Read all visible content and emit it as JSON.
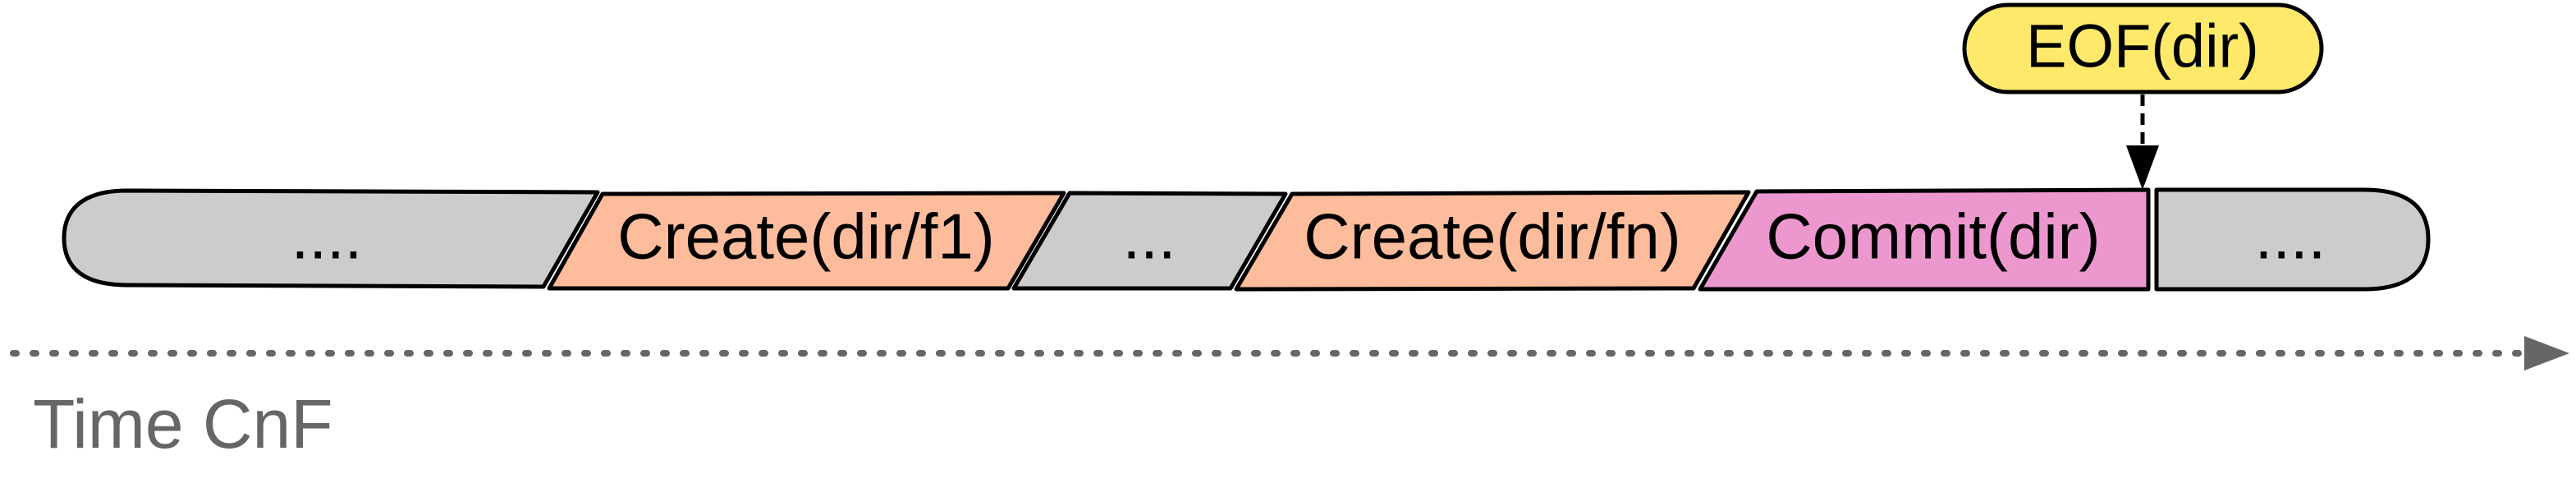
{
  "diagram": {
    "segments": [
      {
        "id": "seg-ellipsis-start",
        "label": "....",
        "kind": "filler",
        "fill": "#cccccc"
      },
      {
        "id": "seg-create-f1",
        "label": "Create(dir/f1)",
        "kind": "create",
        "fill": "#fdbc9b"
      },
      {
        "id": "seg-ellipsis-mid",
        "label": "...",
        "kind": "filler",
        "fill": "#cccccc"
      },
      {
        "id": "seg-create-fn",
        "label": "Create(dir/fn)",
        "kind": "create",
        "fill": "#fdbc9b"
      },
      {
        "id": "seg-commit",
        "label": "Commit(dir)",
        "kind": "commit",
        "fill": "#ec98cf"
      },
      {
        "id": "seg-ellipsis-end",
        "label": "....",
        "kind": "filler",
        "fill": "#cccccc"
      }
    ],
    "marker": {
      "label": "EOF(dir)",
      "fill": "#ffe96b",
      "points_to": "seg-commit",
      "arrow_style": "dashed"
    },
    "timeline": {
      "label": "Time CnF",
      "color": "#666666",
      "style": "dotted"
    }
  }
}
